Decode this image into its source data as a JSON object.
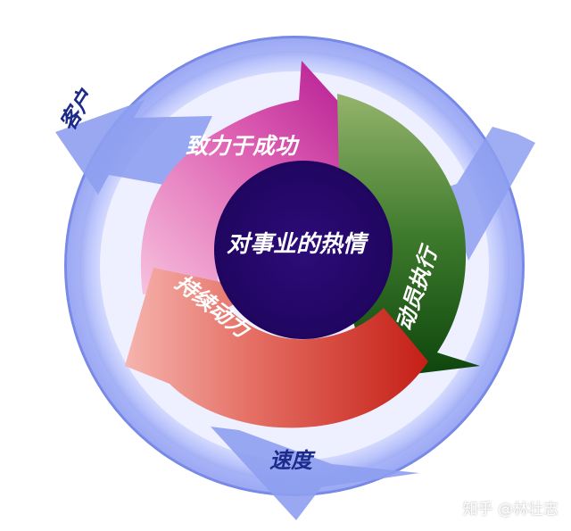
{
  "outer_ring": {
    "label_customer": "客户",
    "label_speed": "速度"
  },
  "cycle": {
    "arrow_success": "致力于成功",
    "arrow_mobilize": "动员执行",
    "arrow_momentum": "持续动力"
  },
  "center": {
    "label": "对事业的热情"
  },
  "colors": {
    "ring_light": "#c4ccfb",
    "ring_mid": "#8f9ff0",
    "ring_dark": "#6d7fe0",
    "magenta": "#b01f96",
    "pink_light": "#f6b8d6",
    "green_dark": "#0f4a10",
    "green_light": "#8cac66",
    "red": "#c8261c",
    "salmon": "#f4a8a2",
    "center_purple": "#2a0a70"
  },
  "watermark": "知乎 @林壮志"
}
